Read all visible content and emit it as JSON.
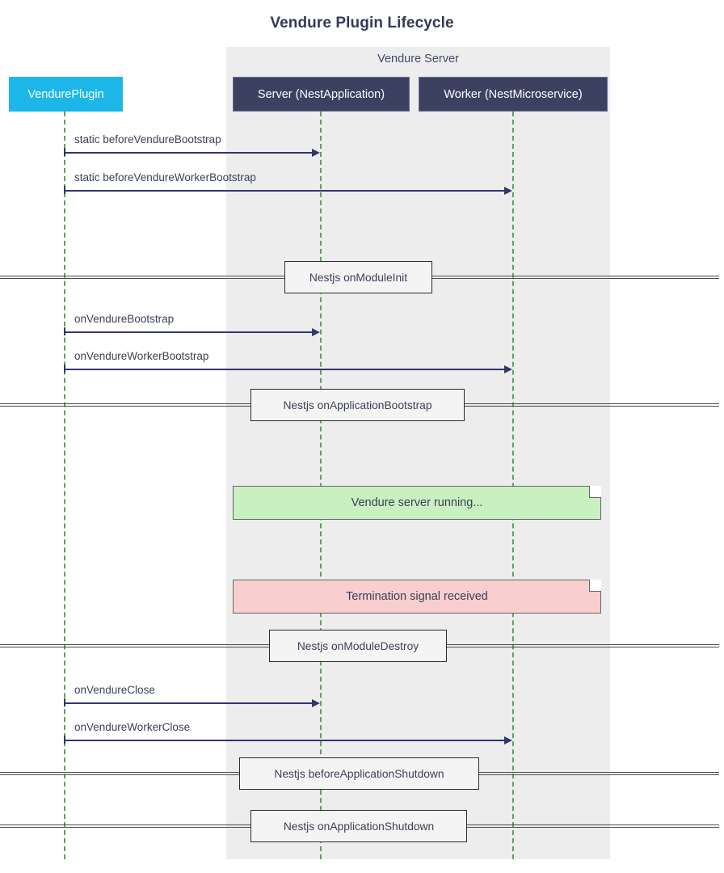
{
  "title": "Vendure Plugin Lifecycle",
  "group": {
    "label": "Vendure Server"
  },
  "participants": [
    {
      "id": "plugin",
      "label": "VendurePlugin",
      "color": "#1cb7e8",
      "text_color": "#ffffff"
    },
    {
      "id": "server",
      "label": "Server (NestApplication)",
      "color": "#3c4162",
      "text_color": "#ffffff"
    },
    {
      "id": "worker",
      "label": "Worker (NestMicroservice)",
      "color": "#3c4162",
      "text_color": "#ffffff"
    }
  ],
  "messages": [
    {
      "label": "static beforeVendureBootstrap",
      "from": "plugin",
      "to": "server"
    },
    {
      "label": "static beforeVendureWorkerBootstrap",
      "from": "plugin",
      "to": "worker"
    },
    {
      "label": "onVendureBootstrap",
      "from": "plugin",
      "to": "server"
    },
    {
      "label": "onVendureWorkerBootstrap",
      "from": "plugin",
      "to": "worker"
    },
    {
      "label": "onVendureClose",
      "from": "plugin",
      "to": "server"
    },
    {
      "label": "onVendureWorkerClose",
      "from": "plugin",
      "to": "worker"
    }
  ],
  "dividers": [
    {
      "label": "Nestjs onModuleInit"
    },
    {
      "label": "Nestjs onApplicationBootstrap"
    },
    {
      "label": "Nestjs onModuleDestroy"
    },
    {
      "label": "Nestjs beforeApplicationShutdown"
    },
    {
      "label": "Nestjs onApplicationShutdown"
    }
  ],
  "notes": [
    {
      "label": "Vendure server running...",
      "color": "#c8f0c0"
    },
    {
      "label": "Termination signal received",
      "color": "#f8cece"
    }
  ]
}
